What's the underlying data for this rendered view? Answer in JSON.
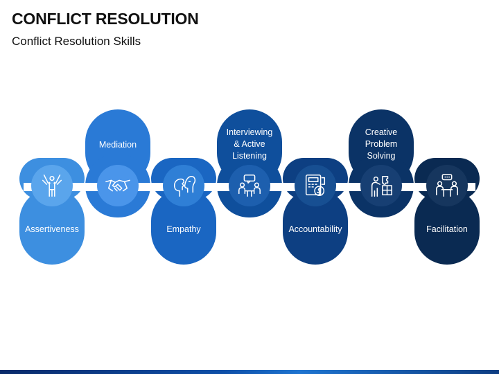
{
  "header": {
    "title": "CONFLICT RESOLUTION",
    "subtitle": "Conflict Resolution Skills"
  },
  "skills": [
    {
      "label": "Assertiveness",
      "icon": "person-arms-up-icon",
      "color": "#3d8fe0",
      "position": "lower"
    },
    {
      "label": "Mediation",
      "icon": "handshake-icon",
      "color": "#2a7ad6",
      "position": "upper"
    },
    {
      "label": "Empathy",
      "icon": "two-faces-icon",
      "color": "#1a66c2",
      "position": "lower"
    },
    {
      "label": "Interviewing\n& Active\nListening",
      "icon": "interview-icon",
      "color": "#0f4f9c",
      "position": "upper"
    },
    {
      "label": "Accountability",
      "icon": "ledger-coin-icon",
      "color": "#0d3f82",
      "position": "lower"
    },
    {
      "label": "Creative\nProblem\nSolving",
      "icon": "puzzle-person-icon",
      "color": "#0b3366",
      "position": "upper"
    },
    {
      "label": "Facilitation",
      "icon": "meeting-icon",
      "color": "#0a2a52",
      "position": "lower"
    }
  ],
  "colors": {
    "node_1": "#5aa5ec",
    "node_2": "#4a95ea",
    "node_3": "#2f7fd6",
    "node_4": "#1d5fae",
    "node_5": "#174f92",
    "node_6": "#173f73",
    "node_7": "#16365e"
  }
}
